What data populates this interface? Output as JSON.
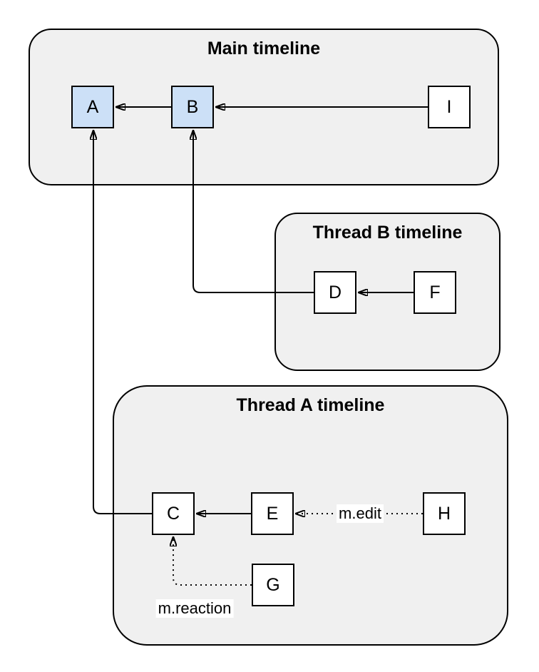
{
  "diagram": {
    "containers": {
      "main": {
        "title": "Main timeline"
      },
      "thread_b": {
        "title": "Thread B timeline"
      },
      "thread_a": {
        "title": "Thread A timeline"
      }
    },
    "nodes": {
      "a": {
        "label": "A",
        "fill": "#cce0f7",
        "container": "Main timeline"
      },
      "b": {
        "label": "B",
        "fill": "#cce0f7",
        "container": "Main timeline"
      },
      "i": {
        "label": "I",
        "fill": "#ffffff",
        "container": "Main timeline"
      },
      "d": {
        "label": "D",
        "fill": "#ffffff",
        "container": "Thread B timeline"
      },
      "f": {
        "label": "F",
        "fill": "#ffffff",
        "container": "Thread B timeline"
      },
      "c": {
        "label": "C",
        "fill": "#ffffff",
        "container": "Thread A timeline"
      },
      "e": {
        "label": "E",
        "fill": "#ffffff",
        "container": "Thread A timeline"
      },
      "h": {
        "label": "H",
        "fill": "#ffffff",
        "container": "Thread A timeline"
      },
      "g": {
        "label": "G",
        "fill": "#ffffff",
        "container": "Thread A timeline"
      }
    },
    "edges": {
      "b_to_a": {
        "from": "B",
        "to": "A",
        "style": "solid",
        "label": ""
      },
      "i_to_b": {
        "from": "I",
        "to": "B",
        "style": "solid",
        "label": ""
      },
      "f_to_d": {
        "from": "F",
        "to": "D",
        "style": "solid",
        "label": ""
      },
      "e_to_c": {
        "from": "E",
        "to": "C",
        "style": "solid",
        "label": ""
      },
      "c_to_a": {
        "from": "C",
        "to": "A",
        "style": "solid",
        "label": ""
      },
      "d_to_b": {
        "from": "D",
        "to": "B",
        "style": "solid",
        "label": ""
      },
      "h_to_e": {
        "from": "H",
        "to": "E",
        "style": "dotted",
        "label": "m.edit"
      },
      "g_to_c": {
        "from": "G",
        "to": "C",
        "style": "dotted",
        "label": "m.reaction"
      }
    },
    "colors": {
      "container_fill": "#f0f0f0",
      "container_border": "#000000",
      "node_fill_highlight": "#cce0f7",
      "node_fill_default": "#ffffff",
      "node_border": "#000000",
      "edge_stroke": "#000000",
      "label_background": "#ffffff"
    }
  }
}
